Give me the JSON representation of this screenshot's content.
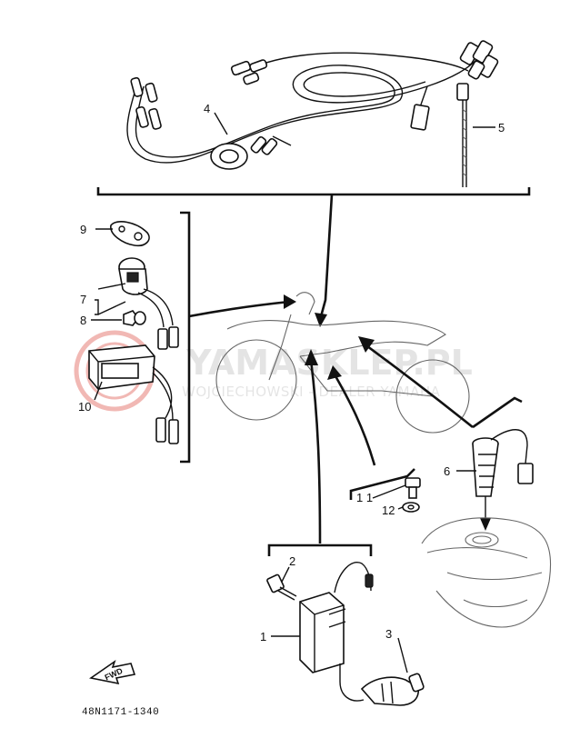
{
  "callouts": {
    "c1": "1",
    "c2": "2",
    "c3": "3",
    "c4": "4",
    "c5": "5",
    "c6": "6",
    "c7": "7",
    "c8": "8",
    "c9": "9",
    "c10": "10",
    "c11": "1 1",
    "c12": "12"
  },
  "watermark": {
    "title": "YAMASKLEP.PL",
    "subtitle": "WOJCIECHOWSKI - DEALER YAMAHA"
  },
  "fwd_label": "FWD",
  "diagram_code": "48N1171-1340",
  "colors": {
    "ink": "#111111",
    "watermark_red": "#d9362b"
  }
}
